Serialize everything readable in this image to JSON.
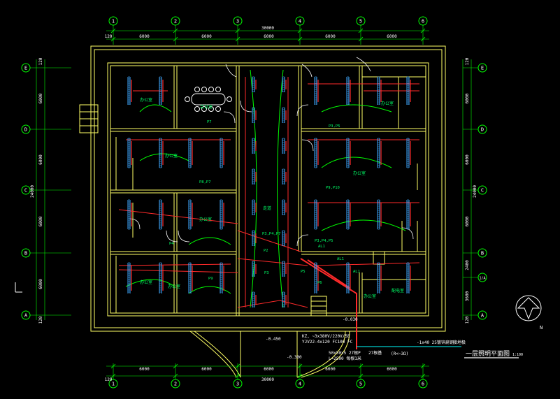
{
  "drawing": {
    "title": "一层照明平面图",
    "scale": "1:100",
    "north_label": "N"
  },
  "axes": {
    "columns": [
      "1",
      "2",
      "3",
      "4",
      "5",
      "6"
    ],
    "rows": [
      "E",
      "D",
      "C",
      "B",
      "1/A",
      "A"
    ],
    "top_spans": [
      "6000",
      "6000",
      "6000",
      "6000",
      "6000"
    ],
    "top_total": "30000",
    "bottom_spans": [
      "6000",
      "6000",
      "6000",
      "6000",
      "6000"
    ],
    "bottom_total": "30000",
    "edge_offset": "120",
    "left_spans": [
      "6000",
      "6000",
      "6000",
      "6000"
    ],
    "left_total": "24000",
    "right_spans": [
      "6000",
      "6000",
      "6000",
      "2400",
      "3600"
    ],
    "right_total": "24000"
  },
  "labels": {
    "elev_1": "-0.030",
    "elev_2": "-0.450",
    "elev_3": "-0.300",
    "cable_1": "KZ, ~3x380V/220V/5E",
    "cable_2": "YJV22-4x120 FC100 FC",
    "cable_3": "50x50x5 27根P",
    "cable_4": "L=2500 每根1米",
    "cable_5": "27根基",
    "cable_6": "(R<~3Ω)",
    "cable_7": "-1x40 25镀锌扁钢",
    "cable_8": "接地极",
    "corridor": "走道",
    "room_labels": [
      "办公室",
      "会议室",
      "办公室",
      "办公室",
      "办公室",
      "办公室",
      "办公室",
      "配电室",
      "办公室",
      "办公室"
    ],
    "panel_labels": [
      "P7",
      "P8,P7",
      "P3,P4,P7",
      "P9,P10",
      "P3,P5",
      "P3,P4,P5",
      "P2",
      "P3",
      "P4",
      "AL1",
      "AL1",
      "P5",
      "AL1",
      "P9",
      "P6"
    ]
  },
  "colors": {
    "background": "#000000",
    "wall": "#ffff66",
    "axis": "#00ff00",
    "wire": "#ff2a2a",
    "fixture": "#3fa9ff",
    "text": "#ffffff",
    "cyan": "#00ffff"
  }
}
